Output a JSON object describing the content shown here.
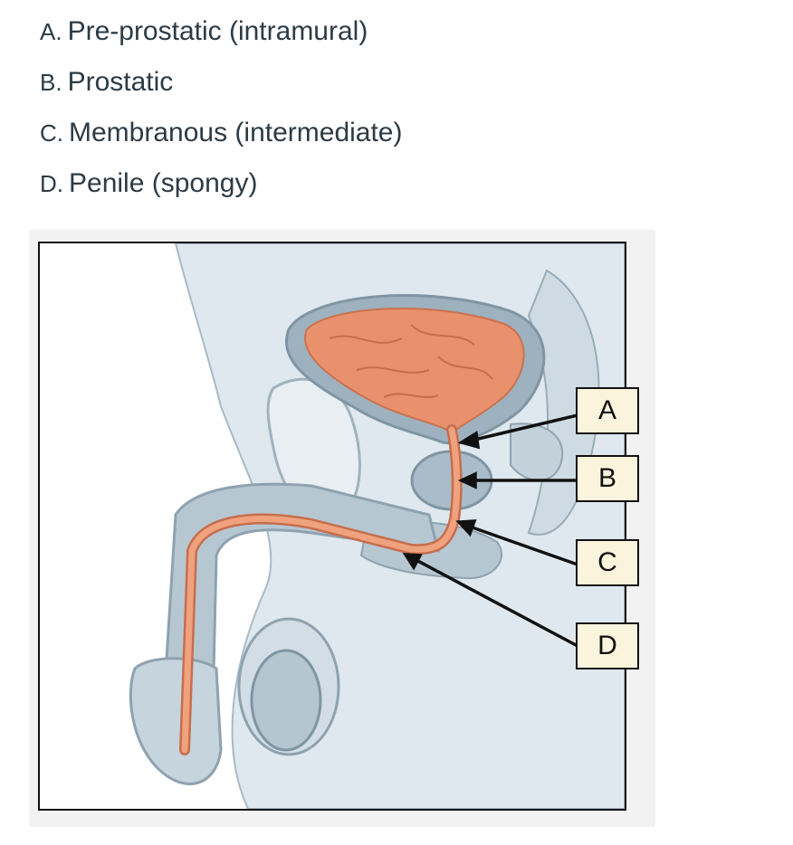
{
  "options": [
    {
      "letter": "A.",
      "text": "Pre-prostatic (intramural)"
    },
    {
      "letter": "B.",
      "text": "Prostatic"
    },
    {
      "letter": "C.",
      "text": "Membranous (intermediate)"
    },
    {
      "letter": "D.",
      "text": "Penile (spongy)"
    }
  ],
  "figure": {
    "labels": [
      "A",
      "B",
      "C",
      "D"
    ],
    "colors": {
      "tissue": "#dfe8ee",
      "tissue_dark": "#b9c9d4",
      "bladder": "#e9906c",
      "urethra": "#f0a27f",
      "outline": "#111111",
      "label_fill": "#fbf4dc"
    }
  }
}
